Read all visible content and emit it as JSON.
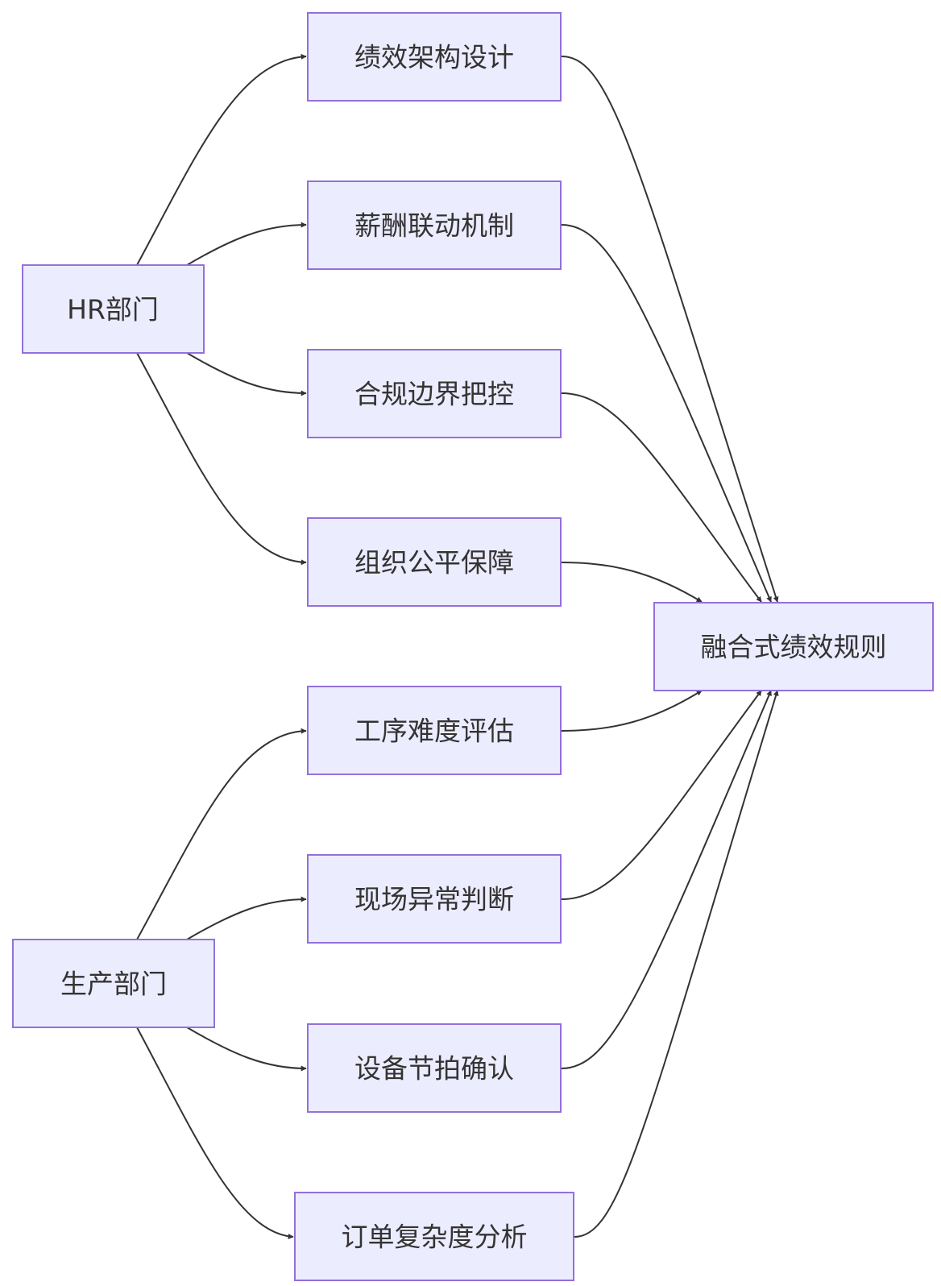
{
  "nodes": [
    {
      "id": "hr",
      "label": "HR部门"
    },
    {
      "id": "prod",
      "label": "生产部门"
    },
    {
      "id": "n1",
      "label": "绩效架构设计"
    },
    {
      "id": "n2",
      "label": "薪酬联动机制"
    },
    {
      "id": "n3",
      "label": "合规边界把控"
    },
    {
      "id": "n4",
      "label": "组织公平保障"
    },
    {
      "id": "n5",
      "label": "工序难度评估"
    },
    {
      "id": "n6",
      "label": "现场异常判断"
    },
    {
      "id": "n7",
      "label": "设备节拍确认"
    },
    {
      "id": "n8",
      "label": "订单复杂度分析"
    },
    {
      "id": "target",
      "label": "融合式绩效规则"
    }
  ],
  "edges": [
    {
      "from": "hr",
      "to": "n1"
    },
    {
      "from": "hr",
      "to": "n2"
    },
    {
      "from": "hr",
      "to": "n3"
    },
    {
      "from": "hr",
      "to": "n4"
    },
    {
      "from": "prod",
      "to": "n5"
    },
    {
      "from": "prod",
      "to": "n6"
    },
    {
      "from": "prod",
      "to": "n7"
    },
    {
      "from": "prod",
      "to": "n8"
    },
    {
      "from": "n1",
      "to": "target"
    },
    {
      "from": "n2",
      "to": "target"
    },
    {
      "from": "n3",
      "to": "target"
    },
    {
      "from": "n4",
      "to": "target"
    },
    {
      "from": "n5",
      "to": "target"
    },
    {
      "from": "n6",
      "to": "target"
    },
    {
      "from": "n7",
      "to": "target"
    },
    {
      "from": "n8",
      "to": "target"
    }
  ],
  "colors": {
    "node_fill": "#ececff",
    "node_stroke": "#9370db",
    "edge": "#333333",
    "text": "#333333"
  }
}
